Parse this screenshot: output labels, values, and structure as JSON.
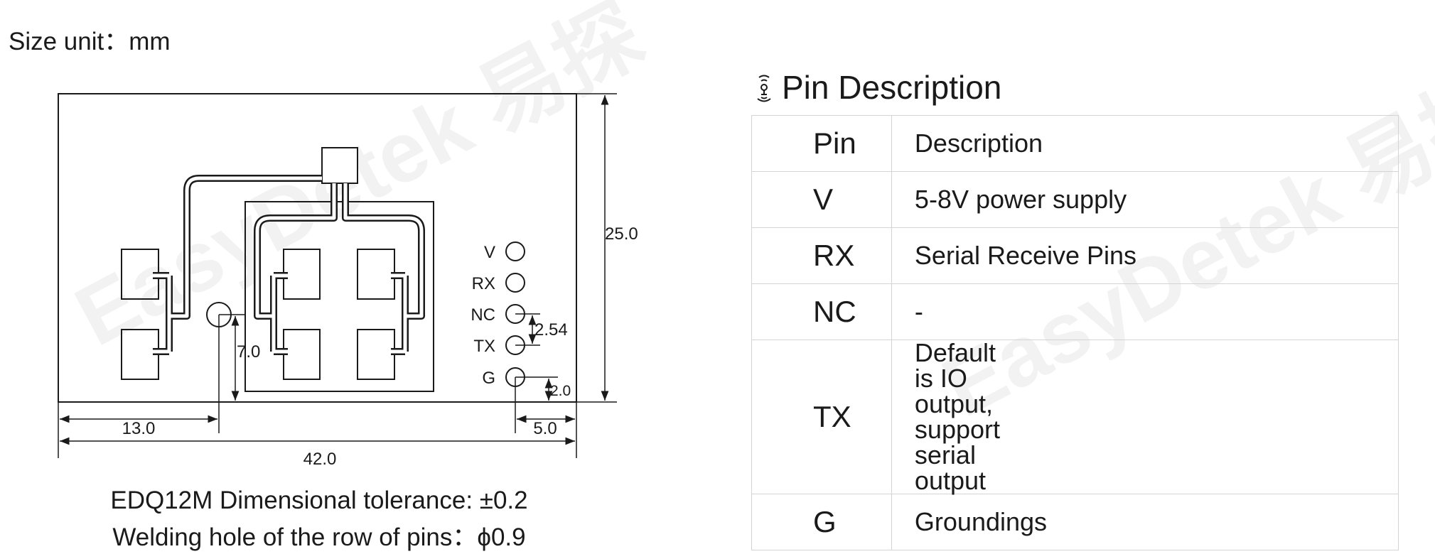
{
  "size_unit": "Size unit：mm",
  "watermark": "EasyDetek 易探",
  "drawing": {
    "pin_labels": [
      "V",
      "RX",
      "NC",
      "TX",
      "G"
    ],
    "dimensions": {
      "height": "25.0",
      "width": "42.0",
      "hole_x": "13.0",
      "hole_y": "7.0",
      "pin_pitch": "2.54",
      "pin_bottom": "2.0",
      "pin_right": "5.0"
    }
  },
  "notes": {
    "tolerance": "EDQ12M Dimensional tolerance: ±0.2",
    "welding_hole": "Welding hole of the row of pins：ϕ0.9"
  },
  "pin_description": {
    "title": "Pin Description",
    "headers": {
      "pin": "Pin",
      "description": "Description"
    },
    "rows": [
      {
        "pin": "V",
        "description": "5-8V power supply"
      },
      {
        "pin": "RX",
        "description": "Serial Receive Pins"
      },
      {
        "pin": "NC",
        "description": "-"
      },
      {
        "pin": "TX",
        "description": "Default is IO output, support serial output"
      },
      {
        "pin": "G",
        "description": "Groundings"
      }
    ]
  }
}
